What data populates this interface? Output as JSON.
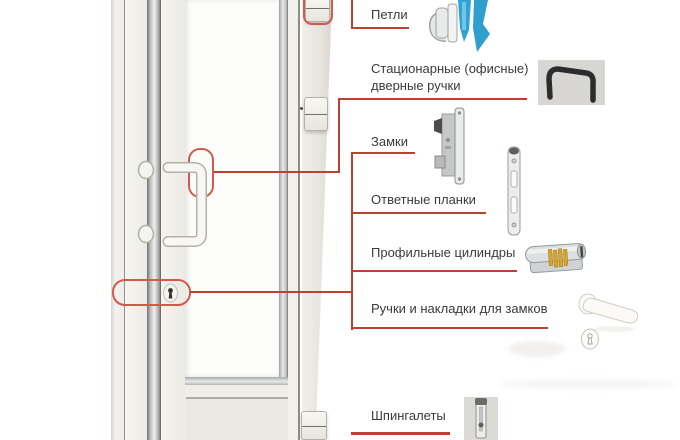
{
  "diagram_title": "Door hardware diagram (PVC office door)",
  "labels": {
    "hinges": "Петли",
    "office_handles_line1": "Стационарные (офисные)",
    "office_handles_line2": "дверные ручки",
    "locks": "Замки",
    "strike_plates": "Ответные планки",
    "cylinders": "Профильные цилиндры",
    "lock_trim": "Ручки и накладки для замков",
    "bolts": "Шпингалеты"
  },
  "icons": {
    "hinge": "hinge-icon",
    "office_handle": "office-door-handle-icon",
    "lock": "mortise-lock-icon",
    "strike_plate": "strike-plate-icon",
    "cylinder": "profile-cylinder-icon",
    "lever_handle": "lever-handle-icon",
    "escutcheon": "escutcheon-icon",
    "bolt": "flush-bolt-icon"
  },
  "colors": {
    "annotation_line": "#bc4033",
    "annotation_box": "#d05a4c",
    "label_text": "#3b3b3b",
    "door_white": "#f2f1ec",
    "hinge_profile_blue": "#2fa3d6",
    "handle_icon_bg": "#d7d6d3",
    "brass_pin_gold": "#d7a52f"
  }
}
